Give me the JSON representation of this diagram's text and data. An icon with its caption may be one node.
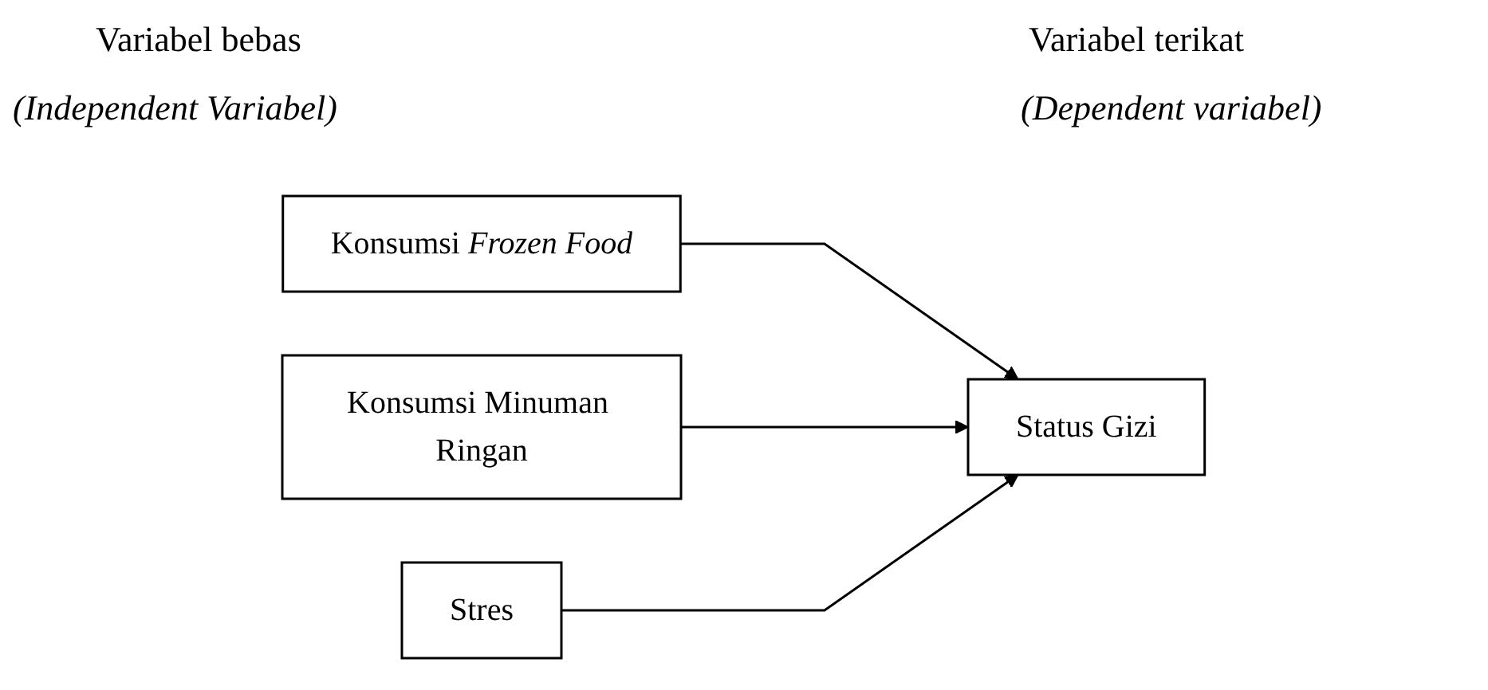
{
  "diagram": {
    "nodes": [
      {
        "text": [
          "Konsumsi *Frozen Food*"
        ]
      },
      {
        "text": [
          "Konsumsi Minuman Ringan"
        ]
      },
      {
        "text": [
          "Stres"
        ]
      },
      {
        "text": [
          "Status Gizi"
        ]
      }
    ],
    "edges": [
      {
        "from": 0,
        "to": 3,
        "arrow": "to"
      },
      {
        "from": 1,
        "to": 3,
        "arrow": "to"
      },
      {
        "from": 2,
        "to": 3,
        "arrow": "to"
      }
    ],
    "labels": [
      "Variabel bebas",
      "Variabel terikat",
      "(Independent Variabel)",
      "(Dependent variabel)"
    ]
  }
}
